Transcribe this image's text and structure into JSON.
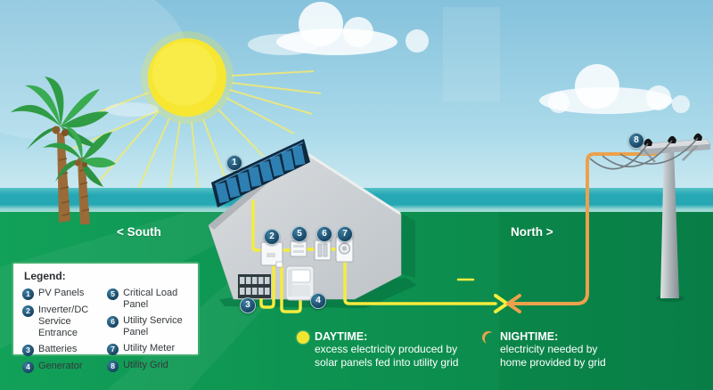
{
  "directions": {
    "south": "< South",
    "north": "North >"
  },
  "legend": {
    "title": "Legend:",
    "items": [
      {
        "num": "1",
        "label": "PV Panels"
      },
      {
        "num": "2",
        "label": "Inverter/DC Service Entrance"
      },
      {
        "num": "3",
        "label": "Batteries"
      },
      {
        "num": "4",
        "label": "Generator"
      },
      {
        "num": "5",
        "label": "Critical Load Panel"
      },
      {
        "num": "6",
        "label": "Utility Service Panel"
      },
      {
        "num": "7",
        "label": "Utility Meter"
      },
      {
        "num": "8",
        "label": "Utility Grid"
      }
    ]
  },
  "markers": [
    {
      "n": "1"
    },
    {
      "n": "2"
    },
    {
      "n": "3"
    },
    {
      "n": "4"
    },
    {
      "n": "5"
    },
    {
      "n": "6"
    },
    {
      "n": "7"
    },
    {
      "n": "8"
    }
  ],
  "captions": {
    "daytime": {
      "title": "DAYTIME:",
      "line1": "excess electricity produced by",
      "line2": "solar panels fed into utility grid"
    },
    "nighttime": {
      "title": "NIGHTIME:",
      "line1": "electricity needed by",
      "line2": "home provided by grid"
    }
  },
  "colors": {
    "sky": "#8cc6de",
    "sea": "#27a8b5",
    "grass": "#0c9150",
    "sun": "#f7e733",
    "day_wire": "#f5ec3e",
    "night_wire": "#eba14c",
    "marker_circle": "#16425f",
    "legend_border": "#3fae6e",
    "solar_panel": "#2e7fb2"
  }
}
